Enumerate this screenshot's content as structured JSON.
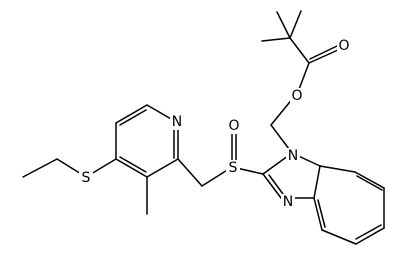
{
  "molecule": {
    "atoms": {
      "o_carbonyl": "O",
      "o_ester": "O",
      "n_pyridine": "N",
      "s_sulfinyl": "S",
      "o_sulfinyl": "O",
      "n1_benzimidazole": "N",
      "n3_benzimidazole": "N",
      "s_thioether": "S"
    },
    "colors": {
      "bond": "#000000",
      "text": "#000000",
      "background": "#ffffff"
    }
  }
}
